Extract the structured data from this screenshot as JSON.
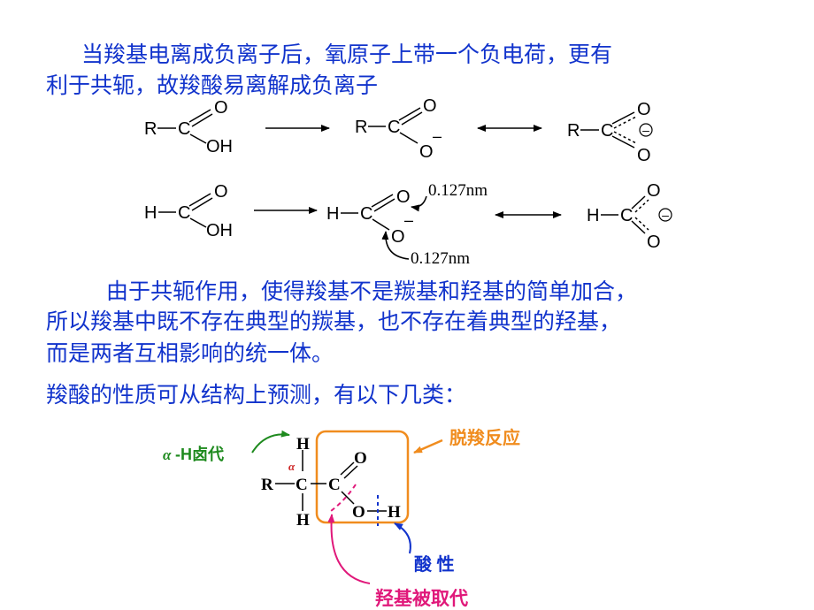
{
  "colors": {
    "text_blue": "#1133cc",
    "orange": "#f08c1e",
    "green": "#1e8a1e",
    "magenta": "#e0187a",
    "blue_arrow": "#1133cc",
    "label_red": "#cc2222"
  },
  "intro": {
    "line1": "当羧基电离成负离子后，氧原子上带一个负电荷，更有",
    "line2": "利于共轭，故羧酸易离解成负离子"
  },
  "scheme": {
    "row1": {
      "acid": {
        "r": "R",
        "c": "C",
        "o_top": "O",
        "oh": "OH"
      },
      "anion": {
        "r": "R",
        "c": "C",
        "o_top": "O",
        "o_bottom": "O",
        "charge": "–"
      },
      "delocalized": {
        "r": "R",
        "c": "C",
        "o_top": "O",
        "o_bottom": "O",
        "charge": "⊖"
      }
    },
    "row2": {
      "acid": {
        "r": "H",
        "c": "C",
        "o_top": "O",
        "oh": "OH"
      },
      "anion": {
        "r": "H",
        "c": "C",
        "o_top": "O",
        "o_bottom": "O",
        "charge": "–"
      },
      "delocalized": {
        "r": "H",
        "c": "C",
        "o_top": "O",
        "o_bottom": "O",
        "charge": "⊖"
      },
      "bond_length_top": "0.127nm",
      "bond_length_bottom": "0.127nm"
    }
  },
  "explanation": {
    "line1": "由于共轭作用，使得羧基不是羰基和羟基的简单加合，",
    "line2": "所以羧基中既不存在典型的羰基，也不存在着典型的羟基，",
    "line3": "而是两者互相影响的统一体。"
  },
  "properties_intro": "羧酸的性质可从结构上预测，有以下几类：",
  "reactivity": {
    "alpha_label": "α",
    "alpha_h_prefix": "α",
    "alpha_h_text": "-H卤代",
    "decarboxylation": "脱羧反应",
    "acidity": "酸  性",
    "hydroxyl_substitution": "羟基被取代",
    "atoms": {
      "r": "R",
      "c_alpha": "C",
      "c_carboxyl": "C",
      "o_double": "O",
      "o_single": "O",
      "h_top": "H",
      "h_bottom": "H",
      "h_acid": "H"
    }
  }
}
